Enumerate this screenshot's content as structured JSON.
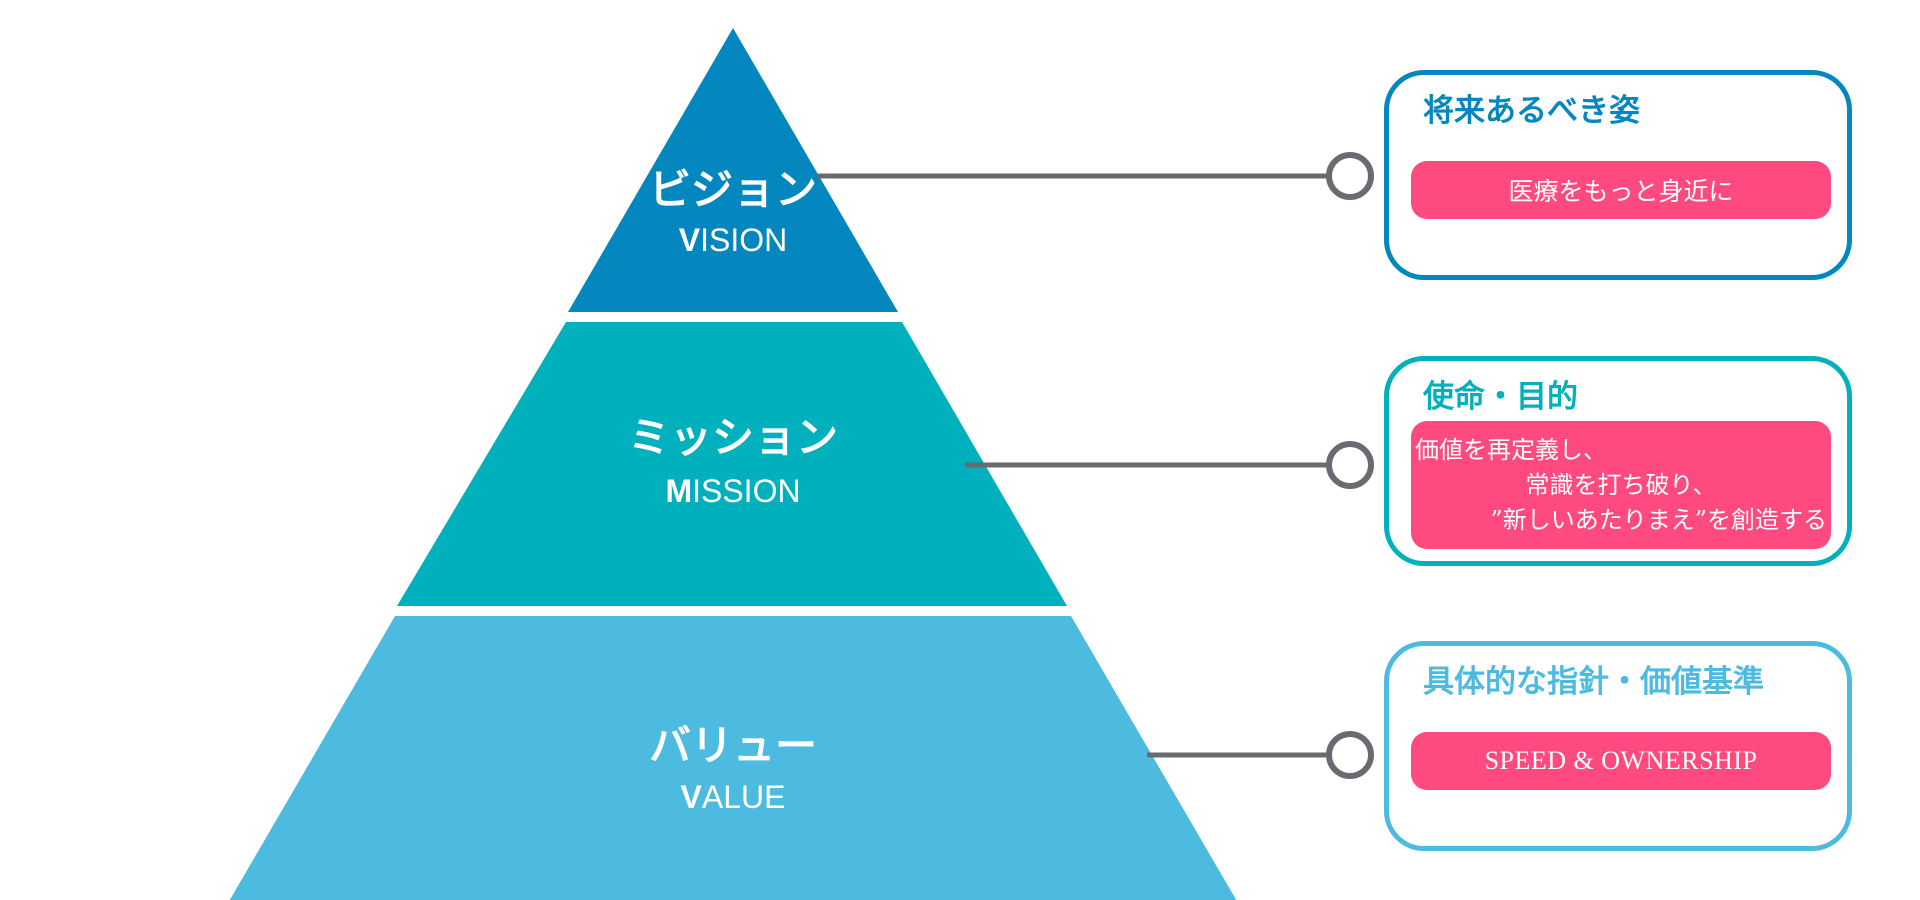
{
  "colors": {
    "vision": "#0487bf",
    "mission": "#00b1bd",
    "value": "#4dbae0",
    "connector": "#6a6a70",
    "pill": "#ff4a80"
  },
  "tiers": [
    {
      "key": "vision",
      "jp": "ビジョン",
      "en_initial": "V",
      "en_rest": "ISION",
      "card_title": "将来あるべき姿",
      "card_lines": [
        "医療をもっと身近に"
      ]
    },
    {
      "key": "mission",
      "jp": "ミッション",
      "en_initial": "M",
      "en_rest": "ISSION",
      "card_title": "使命・目的",
      "card_lines": [
        "価値を再定義し、",
        "常識を打ち破り、",
        "”新しいあたりまえ”を創造する"
      ]
    },
    {
      "key": "value",
      "jp": "バリュー",
      "en_initial": "V",
      "en_rest": "ALUE",
      "card_title": "具体的な指針・価値基準",
      "card_lines": [
        "SPEED & OWNERSHIP"
      ]
    }
  ]
}
